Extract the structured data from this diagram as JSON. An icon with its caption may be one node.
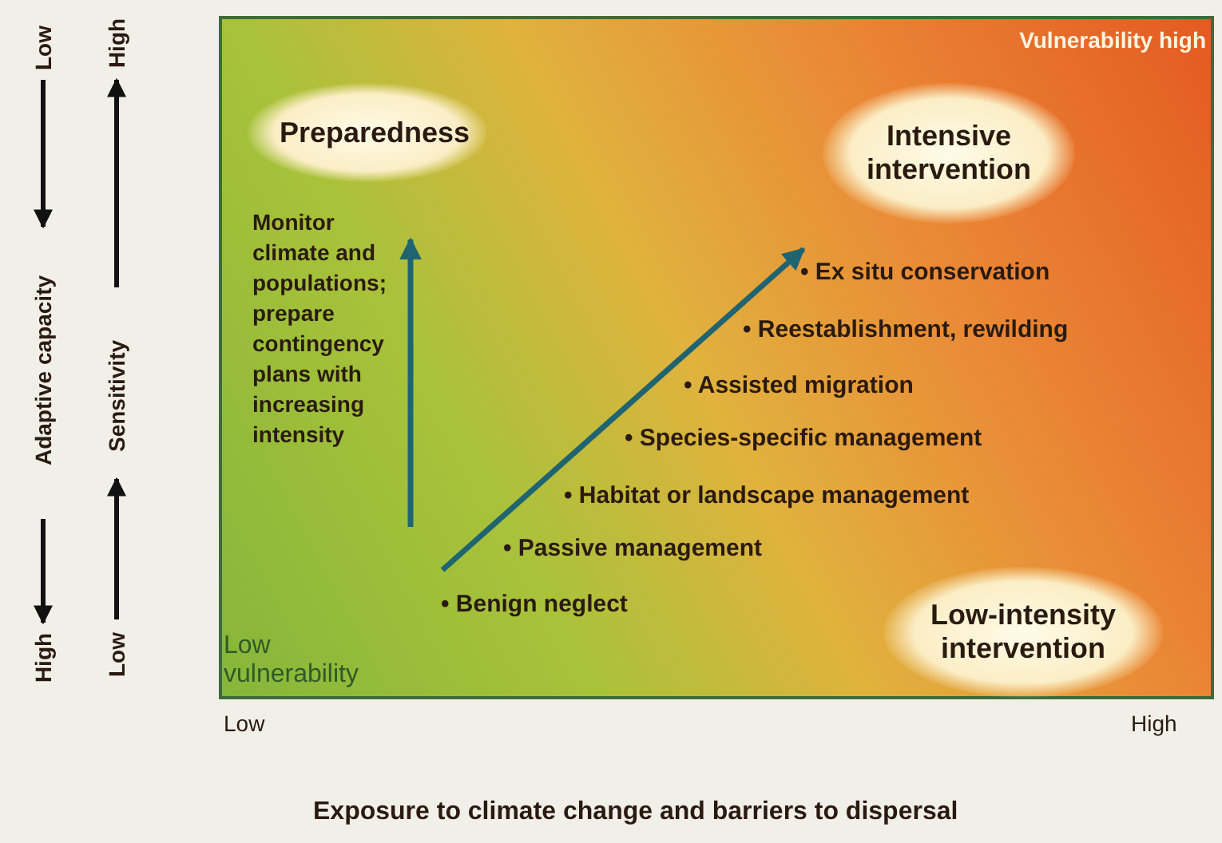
{
  "diagram": {
    "nodes": [
      {
        "text": [
          "Preparedness"
        ]
      },
      {
        "text": [
          "Intensive intervention"
        ]
      },
      {
        "text": [
          "Low-intensity intervention"
        ]
      }
    ],
    "labels": [
      "Low",
      "Adaptive capacity",
      "High",
      "High",
      "Sensitivity",
      "Low",
      "Vulnerability high",
      "Monitor climate and populations; prepare contingency plans with increasing intensity",
      "• Ex situ conservation",
      "• Reestablishment, rewilding",
      "• Assisted migration",
      "• Species-specific management",
      "• Habitat or landscape management",
      "• Passive management",
      "• Benign neglect",
      "Low vulnerability",
      "Low",
      "High",
      "Exposure to climate change and barriers to dispersal"
    ]
  }
}
